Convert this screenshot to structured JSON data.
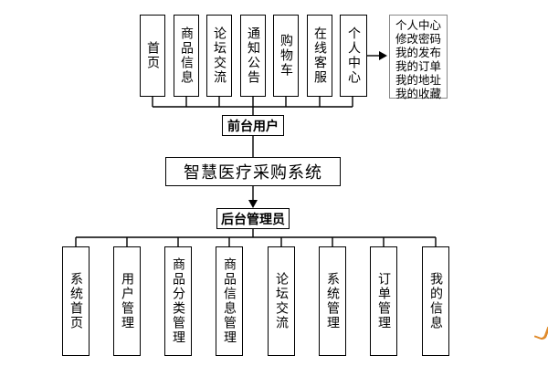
{
  "front": {
    "label": "前台用户",
    "modules": [
      "首页",
      "商品信息",
      "论坛交流",
      "通知公告",
      "购物车",
      "在线客服",
      "个人中心"
    ]
  },
  "personal_center_items": [
    "个人中心",
    "修改密码",
    "我的发布",
    "我的订单",
    "我的地址",
    "我的收藏"
  ],
  "system": {
    "title": "智慧医疗采购系统"
  },
  "back": {
    "label": "后台管理员",
    "modules": [
      "系统首页",
      "用户管理",
      "商品分类管理",
      "商品信息管理",
      "论坛交流",
      "系统管理",
      "订单管理",
      "我的信息"
    ]
  }
}
